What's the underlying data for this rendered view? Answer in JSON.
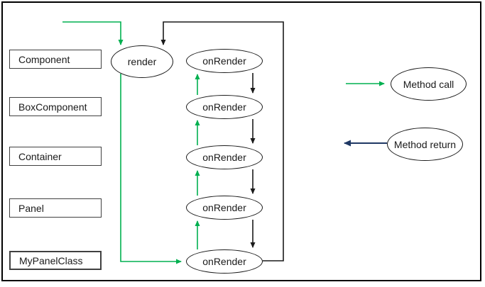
{
  "diagram": {
    "classes": [
      {
        "label": "Component"
      },
      {
        "label": "BoxComponent"
      },
      {
        "label": "Container"
      },
      {
        "label": "Panel"
      },
      {
        "label": "MyPanelClass"
      }
    ],
    "render": {
      "label": "render"
    },
    "onrender_labels": [
      "onRender",
      "onRender",
      "onRender",
      "onRender",
      "onRender"
    ],
    "legend": {
      "call_label": "Method call",
      "return_label": "Method return"
    },
    "colors": {
      "method_call": "#00b050",
      "method_return_line": "#1a1a1a",
      "method_return_legend": "#1f3864"
    }
  }
}
